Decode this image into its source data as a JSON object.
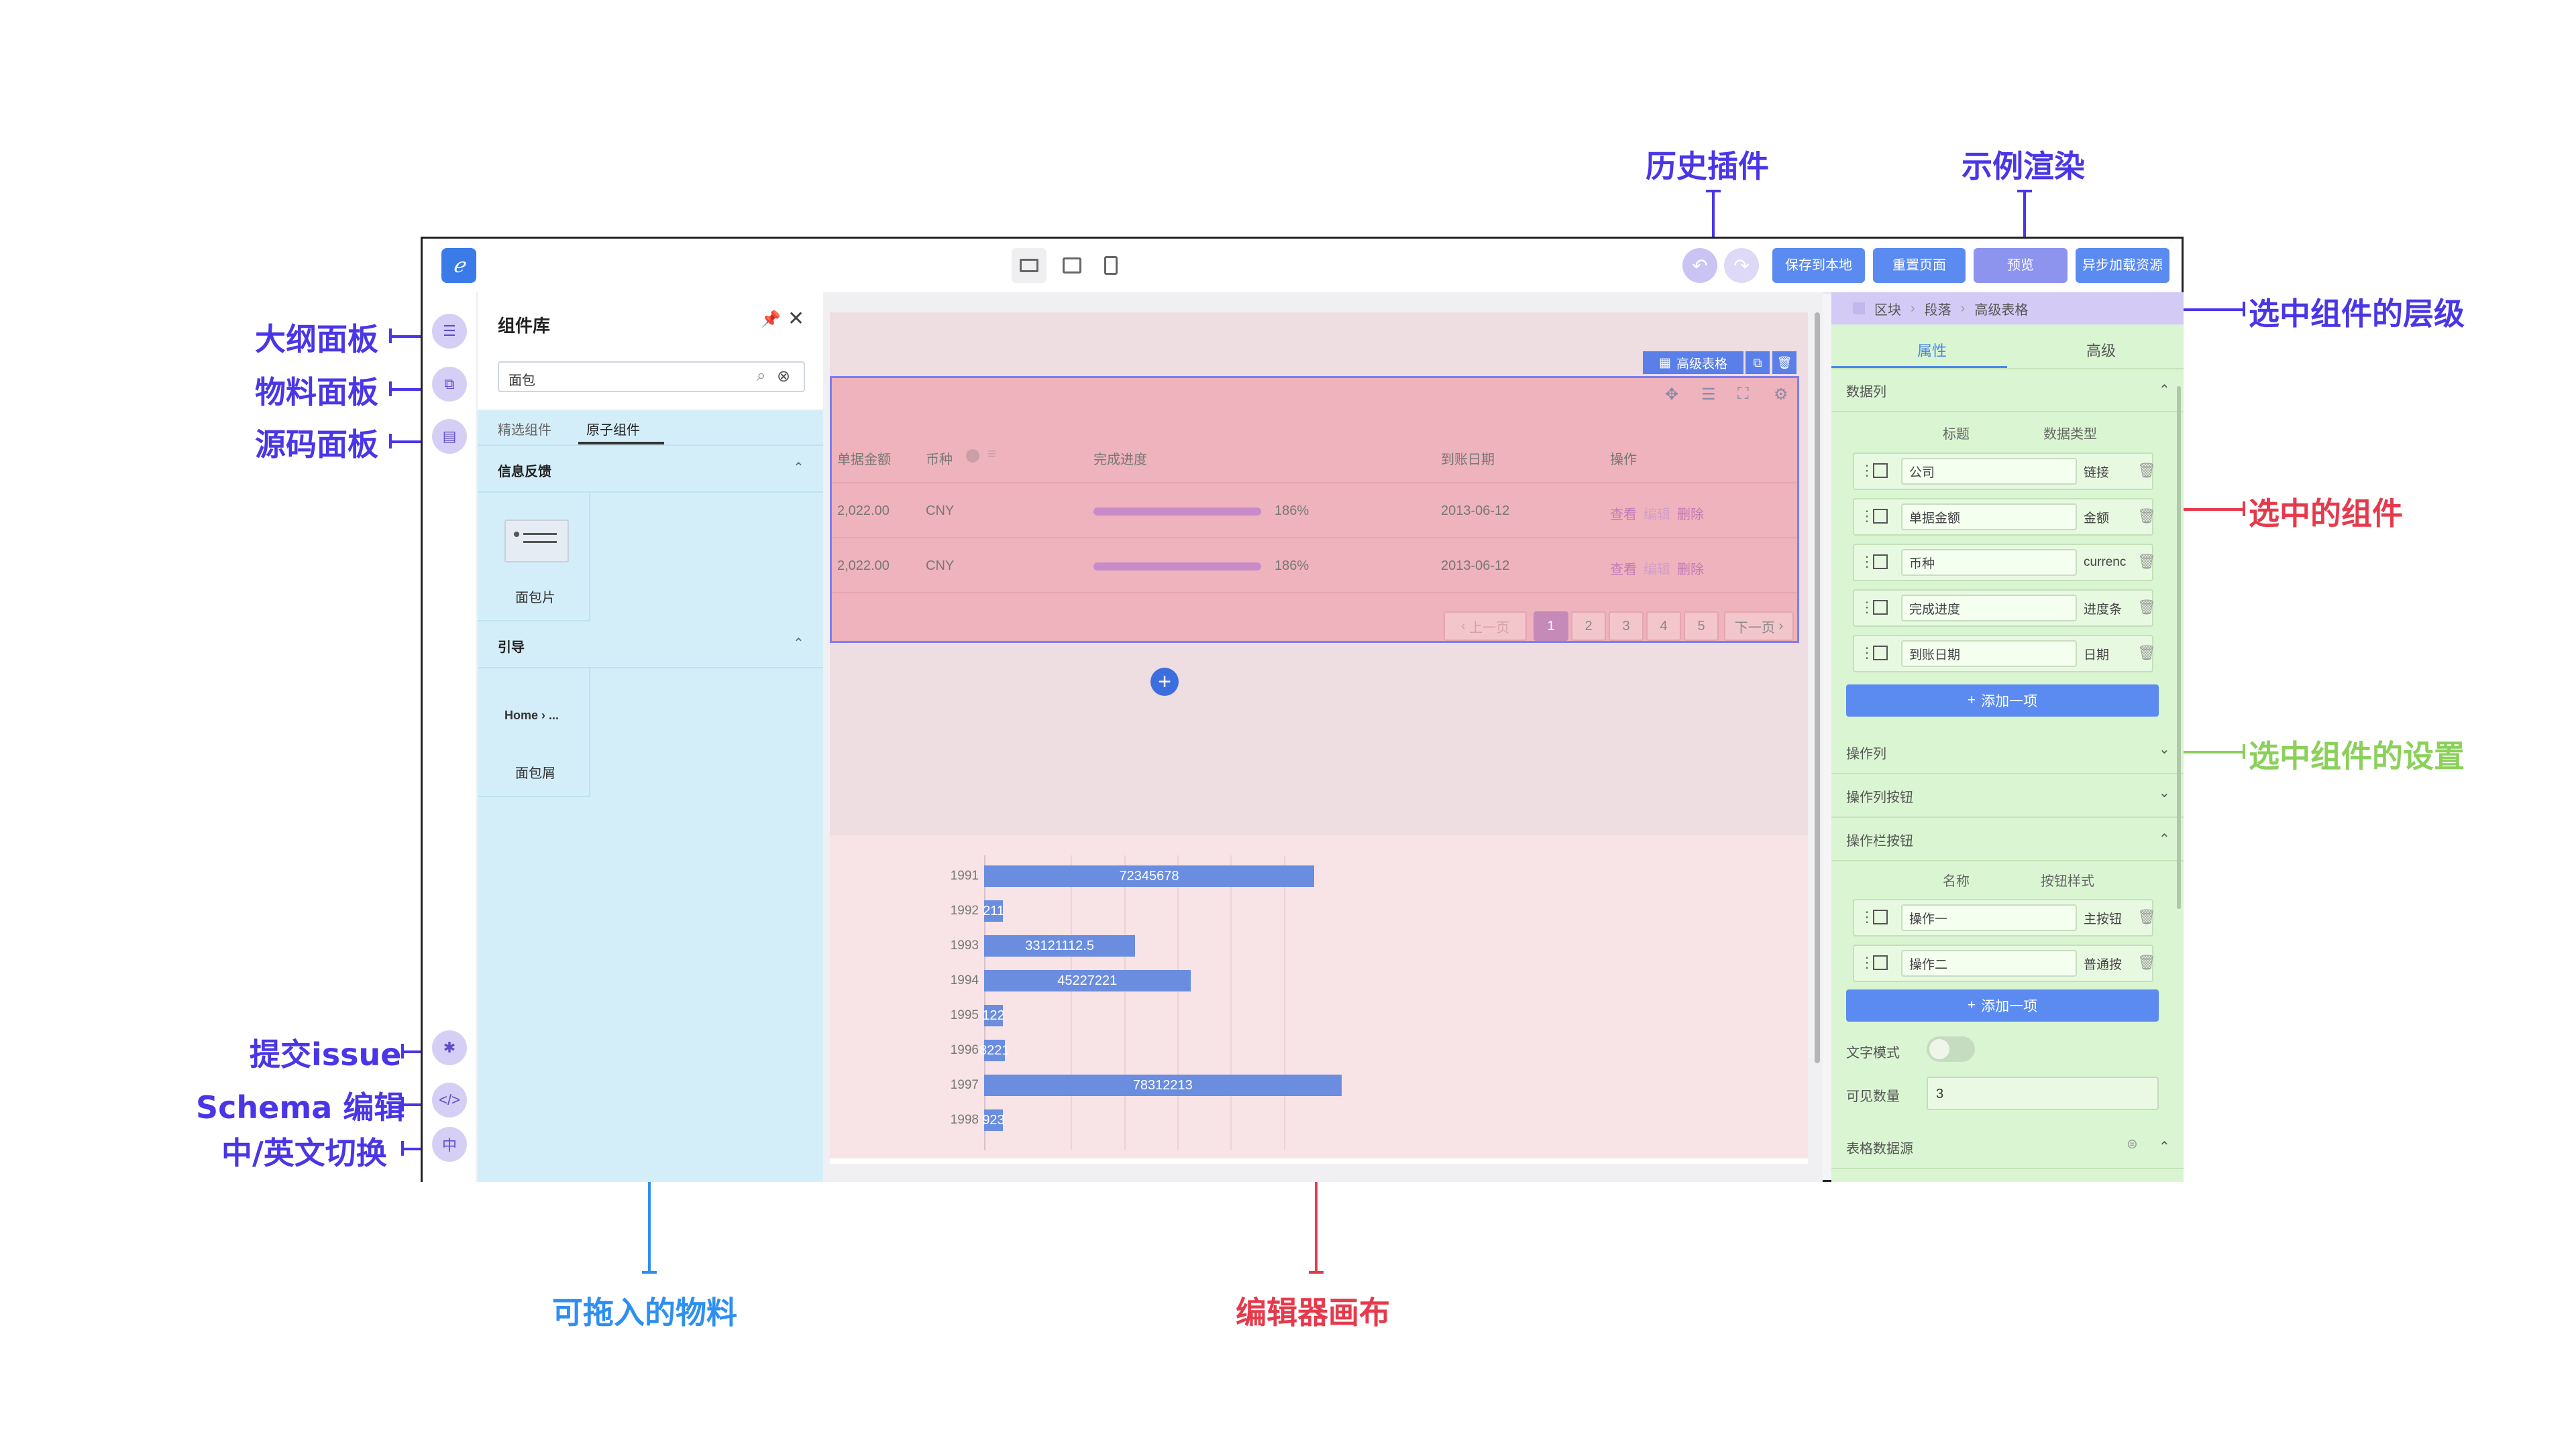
{
  "annotations": {
    "history": "历史插件",
    "demo_render": "示例渲染",
    "outline_panel": "大纲面板",
    "material_panel": "物料面板",
    "source_panel": "源码面板",
    "submit_issue": "提交issue",
    "schema_edit": "Schema 编辑",
    "lang_switch": "中/英文切换",
    "selected_level": "选中组件的层级",
    "selected_component": "选中的组件",
    "selected_settings": "选中组件的设置",
    "draggable_materials": "可拖入的物料",
    "editor_canvas": "编辑器画布"
  },
  "toolbar": {
    "save_local": "保存到本地",
    "reset_page": "重置页面",
    "preview": "预览",
    "async_load": "异步加载资源",
    "colors": {
      "button": "#5b8bf0",
      "history_btn": "#c9c4f4"
    }
  },
  "material_panel": {
    "title": "组件库",
    "search_value": "面包",
    "tabs": [
      "精选组件",
      "原子组件"
    ],
    "active_tab": "原子组件",
    "sections": [
      {
        "title": "信息反馈",
        "items": [
          "面包片"
        ]
      },
      {
        "title": "引导",
        "items": [
          "面包屑"
        ],
        "preview": "Home › ..."
      }
    ]
  },
  "canvas": {
    "table_toolbar_label": "高级表格",
    "table": {
      "headers": [
        "单据金额",
        "币种",
        "完成进度",
        "到账日期",
        "操作"
      ],
      "rows": [
        {
          "amount": "2,022.00",
          "currency": "CNY",
          "progress": "186%",
          "date": "2013-06-12",
          "actions": [
            "查看",
            "编辑",
            "删除"
          ]
        },
        {
          "amount": "2,022.00",
          "currency": "CNY",
          "progress": "186%",
          "date": "2013-06-12",
          "actions": [
            "查看",
            "编辑",
            "删除"
          ]
        }
      ],
      "pagination": {
        "prev": "上一页",
        "next": "下一页",
        "pages": [
          "1",
          "2",
          "3",
          "4",
          "5"
        ],
        "current": "1"
      }
    },
    "add_button": "+"
  },
  "chart_data": {
    "type": "bar",
    "orientation": "horizontal",
    "categories": [
      "1991",
      "1992",
      "1993",
      "1994",
      "1995",
      "1996",
      "1997",
      "1998"
    ],
    "values": [
      72345678,
      3500000,
      33121112.5,
      45227221,
      3200000,
      4500000,
      78312213,
      3300000
    ],
    "data_labels": [
      "72345678",
      "211",
      "33121112.5",
      "45227221",
      "122",
      "8221",
      "78312213",
      "923"
    ],
    "tick_labels": [
      "1991",
      "1992",
      "1993",
      "1994",
      "1995",
      "1996",
      "1997",
      "1998"
    ],
    "xlim": [
      0,
      80000000
    ],
    "grid": true,
    "color": "#6a8de0"
  },
  "right_panel": {
    "breadcrumb": [
      "区块",
      "段落",
      "高级表格"
    ],
    "tabs": [
      "属性",
      "高级"
    ],
    "active_tab": "属性",
    "data_columns": {
      "title": "数据列",
      "col_title": "标题",
      "col_type": "数据类型",
      "rows": [
        {
          "title": "公司",
          "type": "链接"
        },
        {
          "title": "单据金额",
          "type": "金额"
        },
        {
          "title": "币种",
          "type": "currenc"
        },
        {
          "title": "完成进度",
          "type": "进度条"
        },
        {
          "title": "到账日期",
          "type": "日期"
        }
      ],
      "add": "添加一项"
    },
    "action_column": "操作列",
    "action_column_buttons": "操作列按钮",
    "action_bar_buttons": {
      "title": "操作栏按钮",
      "col_name": "名称",
      "col_style": "按钮样式",
      "rows": [
        {
          "name": "操作一",
          "style": "主按钮"
        },
        {
          "name": "操作二",
          "style": "普通按"
        }
      ],
      "add": "添加一项"
    },
    "text_mode": "文字模式",
    "visible_count_label": "可见数量",
    "visible_count_value": "3",
    "table_datasource": "表格数据源"
  }
}
